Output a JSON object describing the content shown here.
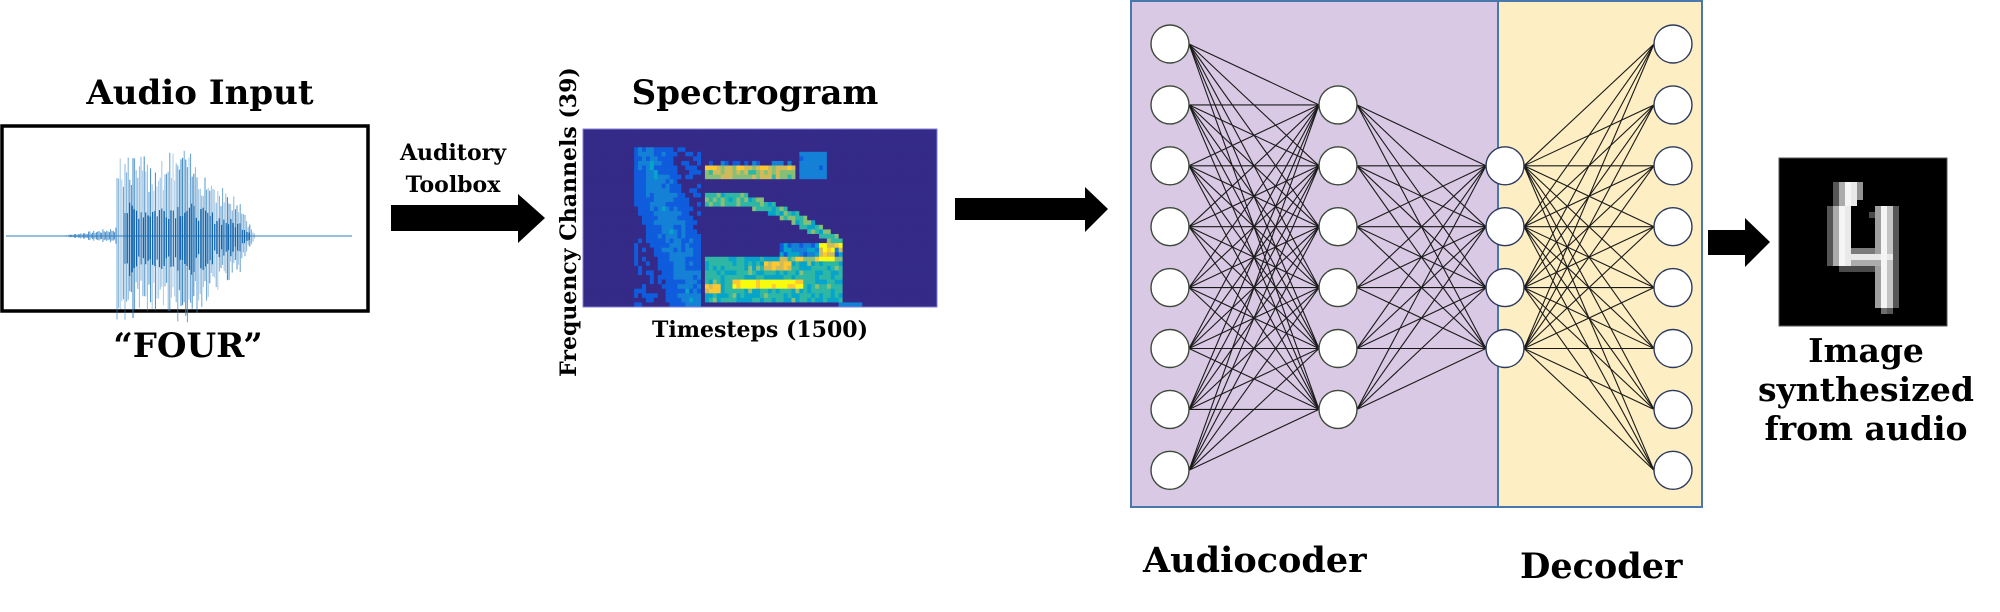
{
  "figure": {
    "audio_input": {
      "title": "Audio Input",
      "word_label": "“FOUR”",
      "waveform_color": "#2f7fc1"
    },
    "arrow_1": {
      "label_line1": "Auditory",
      "label_line2": "Toolbox"
    },
    "spectrogram": {
      "title": "Spectrogram",
      "y_axis_label": "Frequency Channels (39)",
      "x_axis_label": "Timesteps (1500)",
      "frequency_channels": 39,
      "timesteps": 1500,
      "colormap": [
        "#352a87",
        "#0f5cdd",
        "#1481d6",
        "#06a4ca",
        "#2eb7a4",
        "#87bf77",
        "#d1bb59",
        "#fec832",
        "#f9fb0e"
      ]
    },
    "network": {
      "audiocoder": {
        "label": "Audiocoder",
        "background": "#d9c9e4",
        "node_stroke": "#3d4a3a",
        "layers": [
          8,
          6,
          4
        ]
      },
      "decoder": {
        "label": "Decoder",
        "background": "#fdefc3",
        "node_stroke": "#2d3a5c",
        "layers": [
          4,
          8
        ]
      },
      "border_color": "#4a78ad",
      "edge_color": "#1a1a1a"
    },
    "output": {
      "caption_line1": "Image",
      "caption_line2": "synthesized",
      "caption_line3": "from audio",
      "digit": "4"
    }
  }
}
